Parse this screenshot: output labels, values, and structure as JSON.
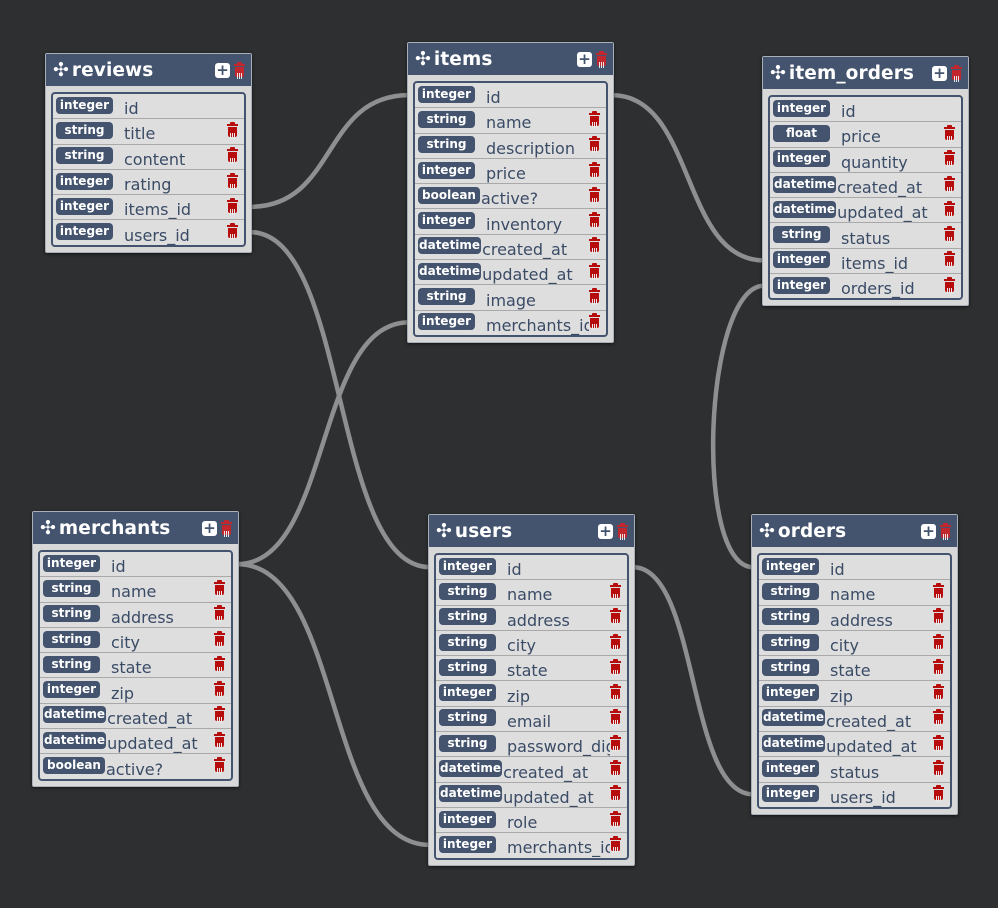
{
  "colors": {
    "background": "#2d2f31",
    "header": "#44546e",
    "delete_icon": "#b60c0c",
    "link": "#8e8f90"
  },
  "icons": {
    "move": "move-arrows-icon",
    "add": "plus-square-icon",
    "delete": "trash-icon"
  },
  "move_glyph": "✣",
  "add_glyph": "+",
  "tables": {
    "reviews": {
      "name": "reviews",
      "fields": [
        {
          "type": "integer",
          "name": "id"
        },
        {
          "type": "string",
          "name": "title"
        },
        {
          "type": "string",
          "name": "content"
        },
        {
          "type": "integer",
          "name": "rating"
        },
        {
          "type": "integer",
          "name": "items_id"
        },
        {
          "type": "integer",
          "name": "users_id"
        }
      ]
    },
    "items": {
      "name": "items",
      "fields": [
        {
          "type": "integer",
          "name": "id"
        },
        {
          "type": "string",
          "name": "name"
        },
        {
          "type": "string",
          "name": "description"
        },
        {
          "type": "integer",
          "name": "price"
        },
        {
          "type": "boolean",
          "name": "active?"
        },
        {
          "type": "integer",
          "name": "inventory"
        },
        {
          "type": "datetime",
          "name": "created_at"
        },
        {
          "type": "datetime",
          "name": "updated_at"
        },
        {
          "type": "string",
          "name": "image"
        },
        {
          "type": "integer",
          "name": "merchants_id"
        }
      ]
    },
    "item_orders": {
      "name": "item_orders",
      "fields": [
        {
          "type": "integer",
          "name": "id"
        },
        {
          "type": "float",
          "name": "price"
        },
        {
          "type": "integer",
          "name": "quantity"
        },
        {
          "type": "datetime",
          "name": "created_at"
        },
        {
          "type": "datetime",
          "name": "updated_at"
        },
        {
          "type": "string",
          "name": "status"
        },
        {
          "type": "integer",
          "name": "items_id"
        },
        {
          "type": "integer",
          "name": "orders_id"
        }
      ]
    },
    "merchants": {
      "name": "merchants",
      "fields": [
        {
          "type": "integer",
          "name": "id"
        },
        {
          "type": "string",
          "name": "name"
        },
        {
          "type": "string",
          "name": "address"
        },
        {
          "type": "string",
          "name": "city"
        },
        {
          "type": "string",
          "name": "state"
        },
        {
          "type": "integer",
          "name": "zip"
        },
        {
          "type": "datetime",
          "name": "created_at"
        },
        {
          "type": "datetime",
          "name": "updated_at"
        },
        {
          "type": "boolean",
          "name": "active?"
        }
      ]
    },
    "users": {
      "name": "users",
      "fields": [
        {
          "type": "integer",
          "name": "id"
        },
        {
          "type": "string",
          "name": "name"
        },
        {
          "type": "string",
          "name": "address"
        },
        {
          "type": "string",
          "name": "city"
        },
        {
          "type": "string",
          "name": "state"
        },
        {
          "type": "integer",
          "name": "zip"
        },
        {
          "type": "string",
          "name": "email"
        },
        {
          "type": "string",
          "name": "password_digest"
        },
        {
          "type": "datetime",
          "name": "created_at"
        },
        {
          "type": "datetime",
          "name": "updated_at"
        },
        {
          "type": "integer",
          "name": "role"
        },
        {
          "type": "integer",
          "name": "merchants_id"
        }
      ]
    },
    "orders": {
      "name": "orders",
      "fields": [
        {
          "type": "integer",
          "name": "id"
        },
        {
          "type": "string",
          "name": "name"
        },
        {
          "type": "string",
          "name": "address"
        },
        {
          "type": "string",
          "name": "city"
        },
        {
          "type": "string",
          "name": "state"
        },
        {
          "type": "integer",
          "name": "zip"
        },
        {
          "type": "datetime",
          "name": "created_at"
        },
        {
          "type": "datetime",
          "name": "updated_at"
        },
        {
          "type": "integer",
          "name": "status"
        },
        {
          "type": "integer",
          "name": "users_id"
        }
      ]
    }
  },
  "relationships": [
    {
      "from": "reviews.items_id",
      "to": "items.id"
    },
    {
      "from": "reviews.users_id",
      "to": "users.id"
    },
    {
      "from": "items.merchants_id",
      "to": "merchants.id"
    },
    {
      "from": "item_orders.items_id",
      "to": "items.id"
    },
    {
      "from": "item_orders.orders_id",
      "to": "orders.id"
    },
    {
      "from": "users.merchants_id",
      "to": "merchants.id"
    },
    {
      "from": "orders.users_id",
      "to": "users.id"
    }
  ]
}
